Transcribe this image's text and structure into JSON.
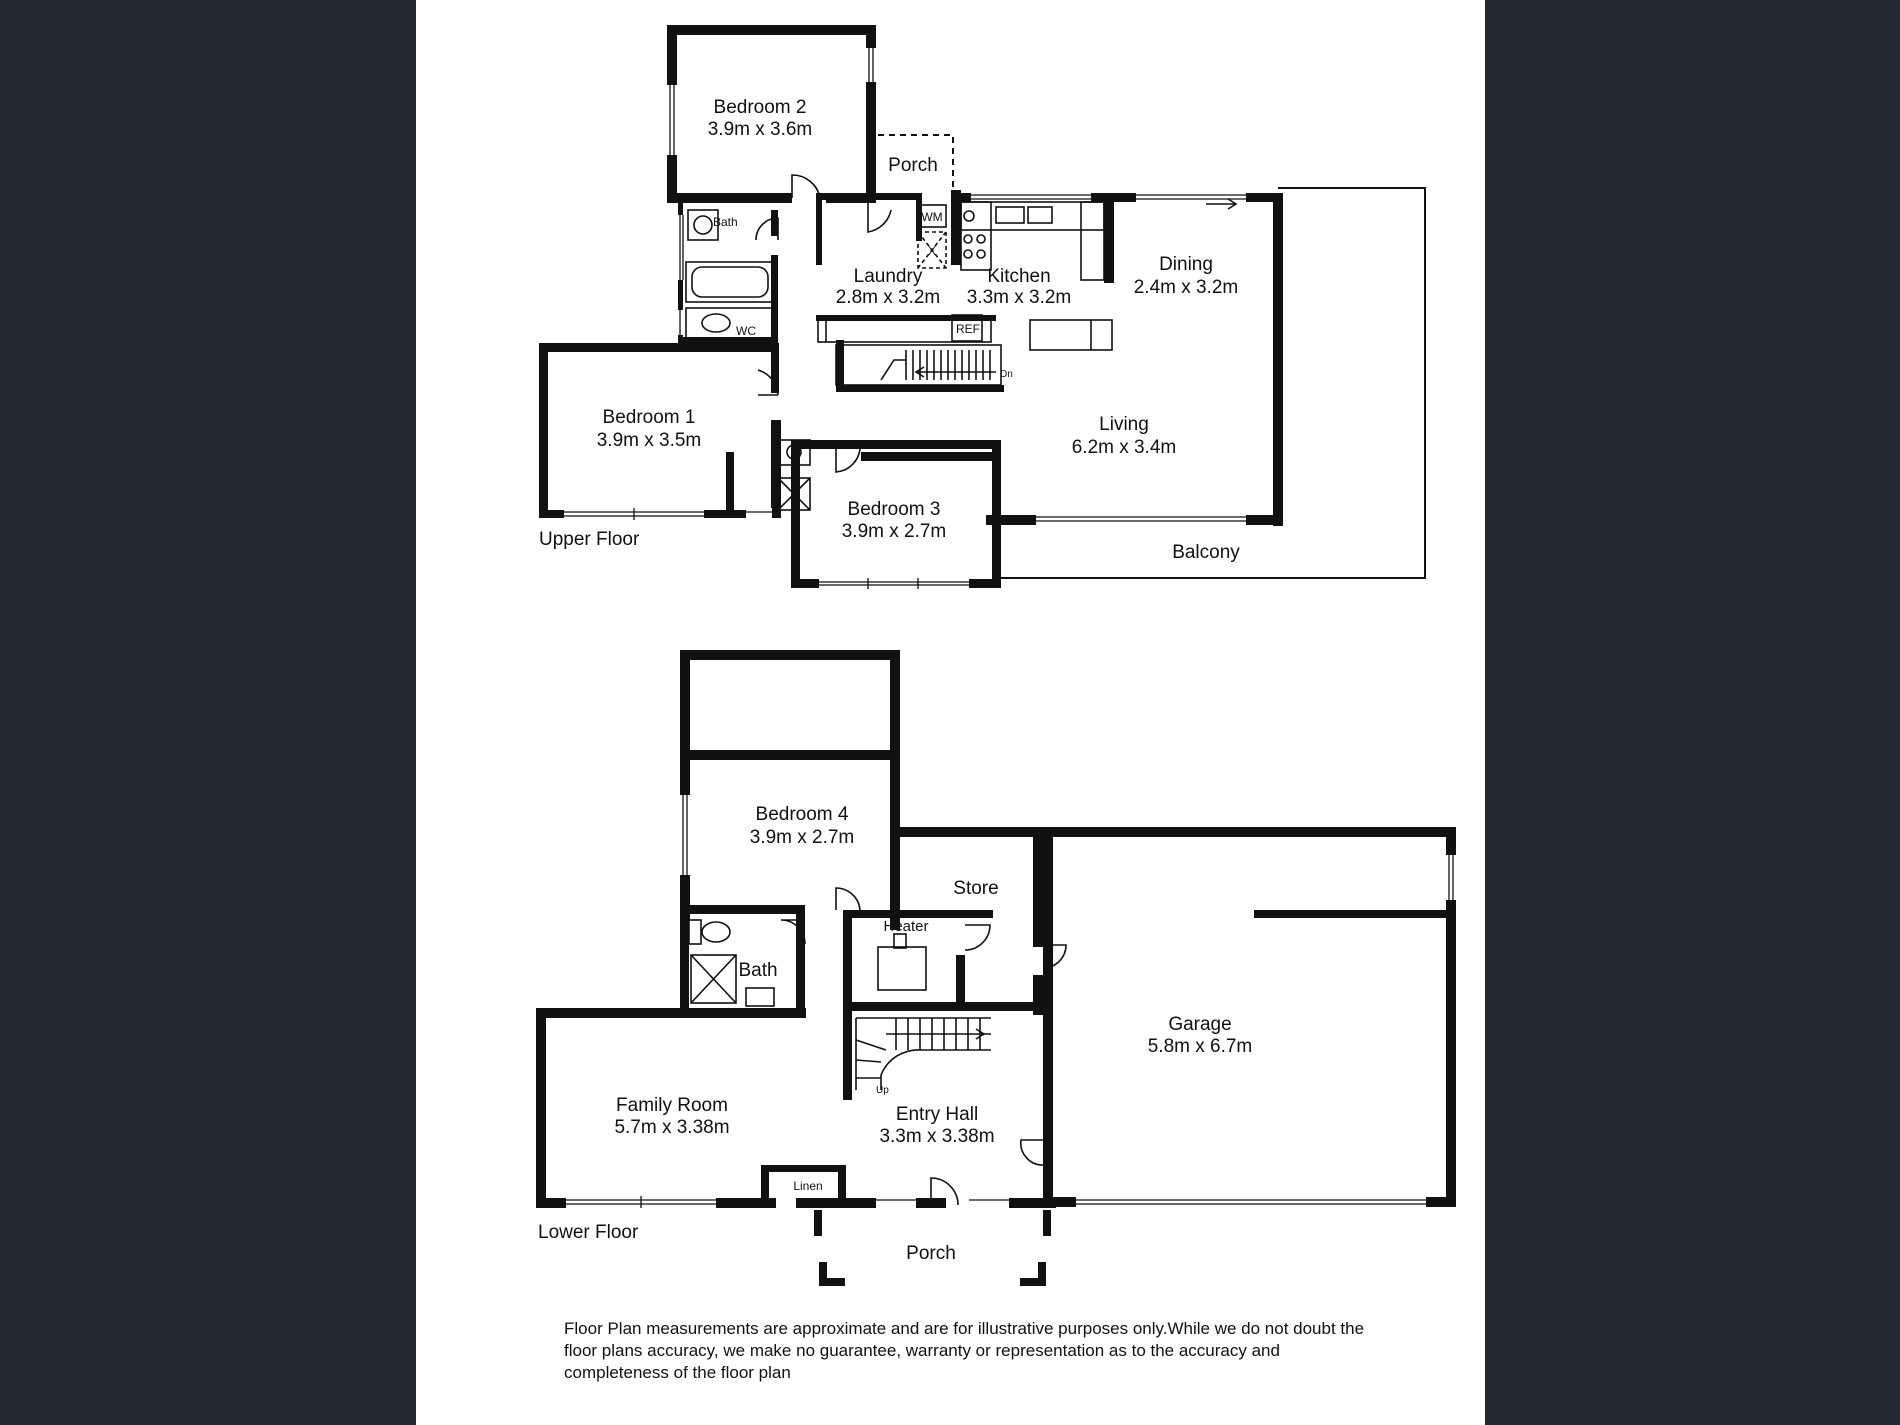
{
  "upper_floor": {
    "label": "Upper Floor",
    "rooms": {
      "bedroom2": {
        "name": "Bedroom 2",
        "size": "3.9m x 3.6m"
      },
      "porch": {
        "name": "Porch"
      },
      "bath": {
        "name": "Bath"
      },
      "wc": {
        "name": "WC"
      },
      "laundry": {
        "name": "Laundry",
        "size": "2.8m x 3.2m"
      },
      "kitchen": {
        "name": "Kitchen",
        "size": "3.3m x 3.2m"
      },
      "dining": {
        "name": "Dining",
        "size": "2.4m x 3.2m"
      },
      "bedroom1": {
        "name": "Bedroom 1",
        "size": "3.9m x 3.5m"
      },
      "living": {
        "name": "Living",
        "size": "6.2m x 3.4m"
      },
      "bedroom3": {
        "name": "Bedroom 3",
        "size": "3.9m x 2.7m"
      },
      "balcony": {
        "name": "Balcony"
      }
    },
    "fixtures": {
      "wm": "WM",
      "ref": "REF",
      "dryer": "X",
      "stair": "Dn"
    }
  },
  "lower_floor": {
    "label": "Lower Floor",
    "rooms": {
      "bedroom4": {
        "name": "Bedroom 4",
        "size": "3.9m x 2.7m"
      },
      "store": {
        "name": "Store"
      },
      "heater": {
        "name": "Heater"
      },
      "bath": {
        "name": "Bath"
      },
      "garage": {
        "name": "Garage",
        "size": "5.8m x 6.7m"
      },
      "family": {
        "name": "Family Room",
        "size": "5.7m x 3.38m"
      },
      "entry": {
        "name": "Entry Hall",
        "size": "3.3m x 3.38m"
      },
      "linen": {
        "name": "Linen"
      },
      "porch": {
        "name": "Porch"
      }
    },
    "fixtures": {
      "stair": "Up"
    }
  },
  "disclaimer": "Floor Plan measurements are approximate and are for illustrative purposes only.While we do not doubt the floor plans accuracy, we make no guarantee, warranty or representation as to the accuracy and completeness of the floor plan",
  "colors": {
    "background": "#232a35",
    "sheet": "#ffffff",
    "ink": "#111111"
  }
}
